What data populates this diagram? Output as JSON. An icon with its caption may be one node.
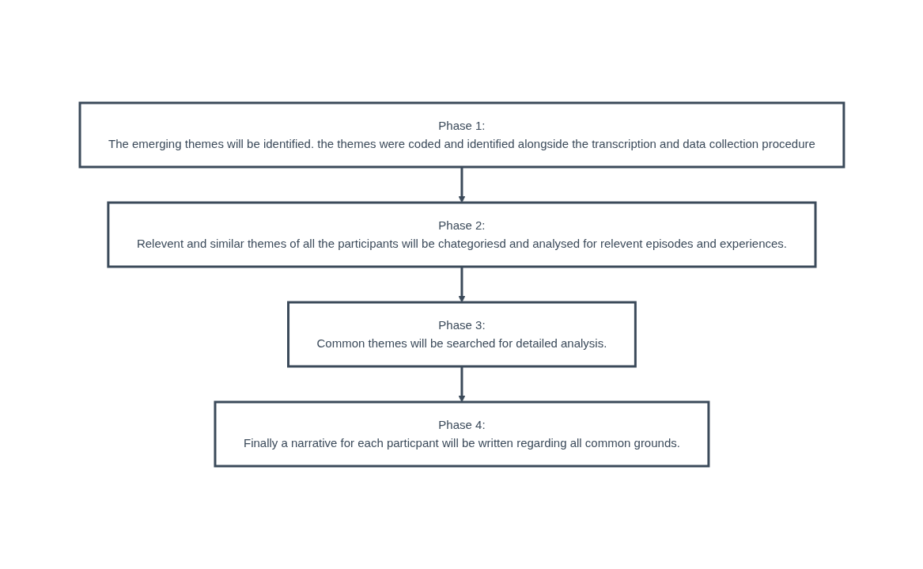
{
  "diagram": {
    "nodes": [
      {
        "text": [
          "Phase 1:",
          "The emerging themes will be identified. the themes were coded and identified alongside the transcription and data collection procedure"
        ]
      },
      {
        "text": [
          "Phase 2:",
          "Relevent and similar themes of all the participants will be chategoriesd and analysed for relevent episodes and experiences."
        ]
      },
      {
        "text": [
          "Phase 3:",
          "Common themes will be searched for detailed analysis."
        ]
      },
      {
        "text": [
          "Phase 4:",
          "Finally a narrative for each particpant will be written regarding all common grounds."
        ]
      }
    ],
    "edges": [
      {
        "from": 0,
        "to": 1,
        "arrow": "to"
      },
      {
        "from": 1,
        "to": 2,
        "arrow": "to"
      },
      {
        "from": 2,
        "to": 3,
        "arrow": "to"
      }
    ]
  }
}
